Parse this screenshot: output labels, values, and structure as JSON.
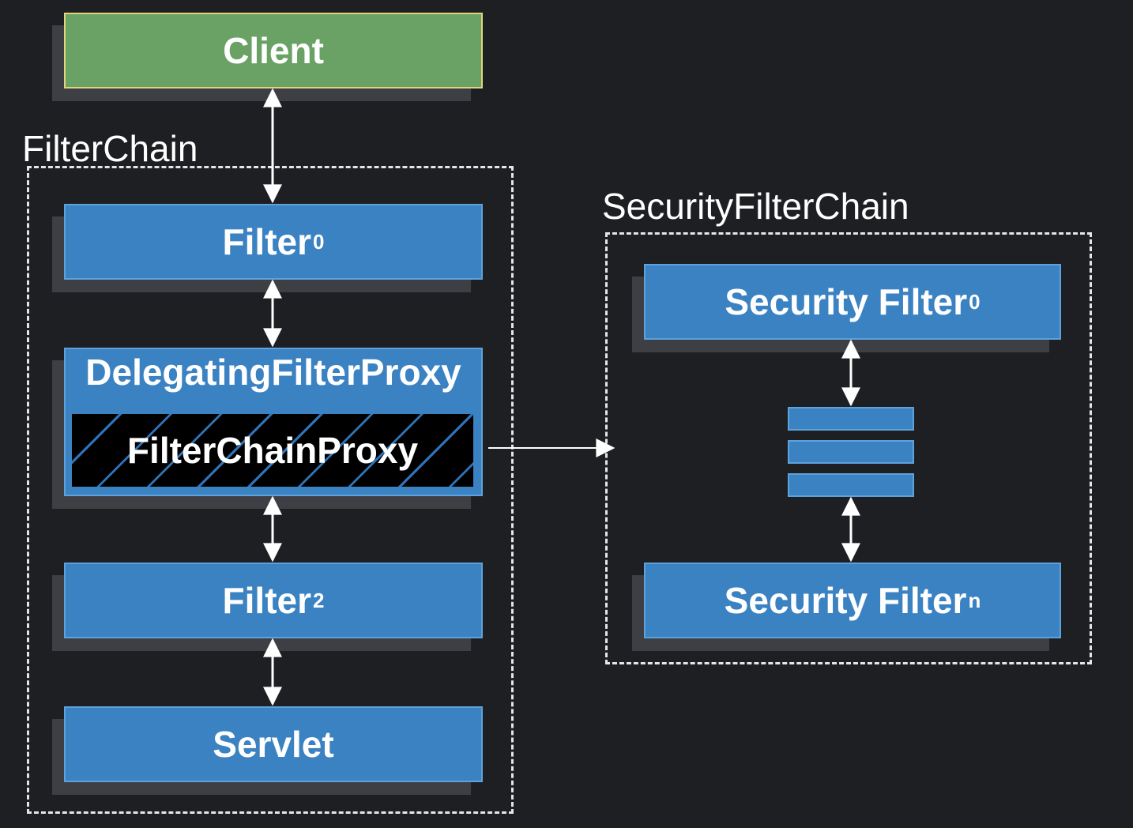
{
  "client": {
    "label": "Client"
  },
  "filter_chain": {
    "label": "FilterChain",
    "filter0": {
      "label": "Filter",
      "subscript": "0"
    },
    "delegating_proxy": {
      "label": "DelegatingFilterProxy"
    },
    "filter_chain_proxy": {
      "label": "FilterChainProxy"
    },
    "filter2": {
      "label": "Filter",
      "subscript": "2"
    },
    "servlet": {
      "label": "Servlet"
    }
  },
  "security_filter_chain": {
    "label": "SecurityFilterChain",
    "security_filter0": {
      "label": "Security Filter",
      "subscript": "0"
    },
    "security_filtern": {
      "label": "Security Filter",
      "subscript": "n"
    }
  },
  "colors": {
    "background": "#1d1f23",
    "filter_blue": "#3b82c2",
    "client_green": "#6aa265",
    "client_border": "#e2d47a",
    "arrow": "#ffffff"
  }
}
